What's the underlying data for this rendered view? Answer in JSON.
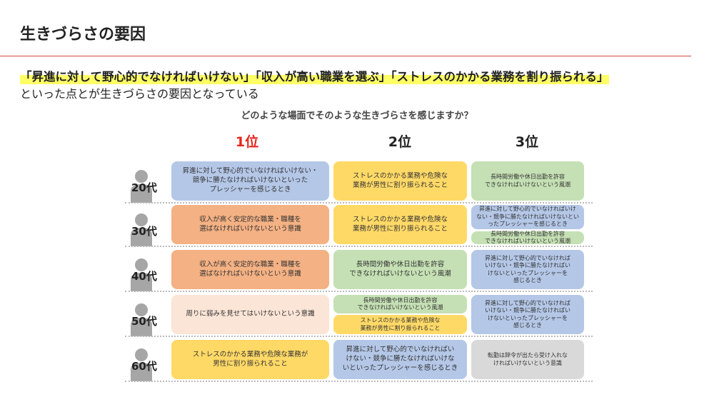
{
  "title": "生きづらさの要因",
  "headline": "「昇進に対して野心的でなければいけない」「収入が高い職業を選ぶ」「ストレスのかかる業務を割り振られる」",
  "subline": "といった点とが生きづらさの要因となっている",
  "question": "どのような場面でそのような生きづらさを感じますか？",
  "ranks": [
    "1位",
    "2位",
    "3位"
  ],
  "colors": {
    "blue": "#b4c7e7",
    "yellow": "#ffd966",
    "green": "#c5e0b4",
    "orange": "#f4b183",
    "pink": "#fbe5d6",
    "gray": "#d9d9d9",
    "accent": "#e8261c"
  },
  "rows": [
    {
      "age": "20代",
      "r1": "昇進に対して野心的でいなければいけない・\n競争に勝たなければいけないといった\nプレッシャーを感じるとき",
      "r2": "ストレスのかかる業務や危険な\n業務が男性に割り振られること",
      "r3": "長時間労働や休日出勤を許容\nできなければいけないという風潮"
    },
    {
      "age": "30代",
      "r1": "収入が高く安定的な職業・職種を\n選ばなければいけないという意識",
      "r2": "ストレスのかかる業務や危険な\n業務が男性に割り振られること",
      "r3a": "昇進に対して野心的でいなければいけ\nない・競争に勝たなければいけないとい\nったプレッシャーを感じるとき",
      "r3b": "長時間労働や休日出勤を許容\nできなければいけないという風潮"
    },
    {
      "age": "40代",
      "r1": "収入が高く安定的な職業・職種を\n選ばなければいけないという意識",
      "r2": "長時間労働や休日出勤を許容\nできなければいけないという風潮",
      "r3": "昇進に対して野心的でいなければ\nいけない・競争に勝たなければい\nけないといったプレッシャーを\n感じるとき"
    },
    {
      "age": "50代",
      "r1": "周りに弱みを見せてはいけないという意識",
      "r2a": "長時間労働や休日出勤を許容\nできなければいけないという風潮",
      "r2b": "ストレスのかかる業務や危険な\n業務が男性に割り振られること",
      "r3": "昇進に対して野心的でいなければ\nいけない・競争に勝たなければい\nけないといったプレッシャーを\n感じるとき"
    },
    {
      "age": "60代",
      "r1": "ストレスのかかる業務や危険な業務が\n男性に割り振られること",
      "r2": "昇進に対して野心的でいなければい\nけない・競争に勝たなければいけな\nいといったプレッシャーを感じるとき",
      "r3": "転勤は辞令が出たら受け入れな\nければいけないという意識"
    }
  ]
}
